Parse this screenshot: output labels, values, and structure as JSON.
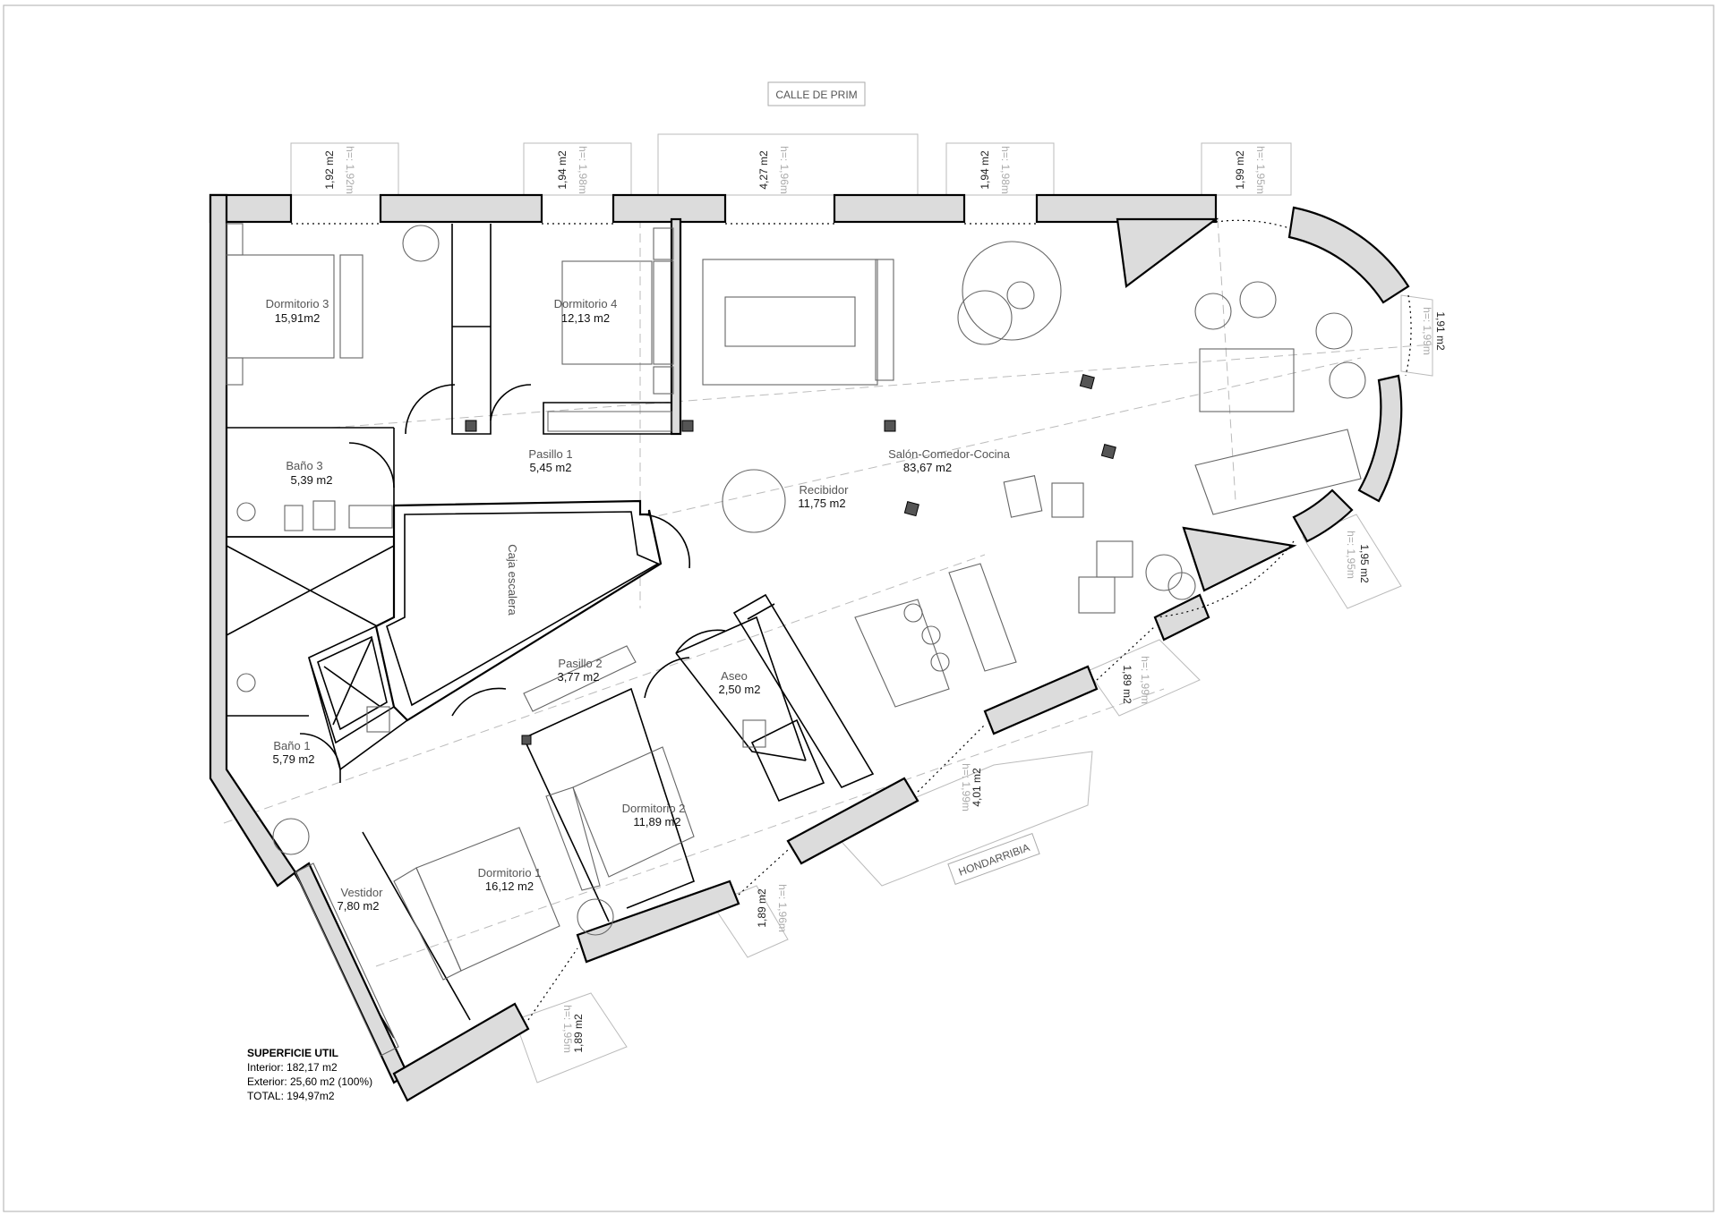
{
  "streets": {
    "north": "CALLE DE PRIM",
    "south": "HONDARRIBIA"
  },
  "rooms": {
    "dormitorio3": {
      "name": "Dormitorio 3",
      "area": "15,91m2"
    },
    "dormitorio4": {
      "name": "Dormitorio 4",
      "area": "12,13 m2"
    },
    "bano3": {
      "name": "Baño 3",
      "area": "5,39 m2"
    },
    "pasillo1": {
      "name": "Pasillo 1",
      "area": "5,45 m2"
    },
    "salon": {
      "name": "Salón-Comedor-Cocina",
      "area": "83,67 m2"
    },
    "recibidor": {
      "name": "Recibidor",
      "area": "11,75 m2"
    },
    "caja": {
      "name": "Caja escalera"
    },
    "pasillo2": {
      "name": "Pasillo 2",
      "area": "3,77 m2"
    },
    "aseo": {
      "name": "Aseo",
      "area": "2,50 m2"
    },
    "bano1": {
      "name": "Baño 1",
      "area": "5,79 m2"
    },
    "dormitorio2": {
      "name": "Dormitorio 2",
      "area": "11,89 m2"
    },
    "dormitorio1": {
      "name": "Dormitorio 1",
      "area": "16,12 m2"
    },
    "vestidor": {
      "name": "Vestidor",
      "area": "7,80 m2"
    }
  },
  "balconies": {
    "b1": {
      "area": "1,92 m2",
      "height": "h=: 1,92m"
    },
    "b2": {
      "area": "1,94 m2",
      "height": "h=: 1,98m"
    },
    "b3": {
      "area": "4,27 m2",
      "height": "h=: 1,96m"
    },
    "b4": {
      "area": "1,94 m2",
      "height": "h=: 1,98m"
    },
    "b5": {
      "area": "1,99 m2",
      "height": "h=: 1,95m"
    },
    "b6": {
      "area": "1,91 m2",
      "height": "h=: 1,99m"
    },
    "b7": {
      "area": "1,95 m2",
      "height": "h=: 1,95m"
    },
    "b8": {
      "area": "1,89 m2",
      "height": "h=: 1,99m"
    },
    "b9": {
      "area": "4,01 m2",
      "height": "h=: 1,99m"
    },
    "b10": {
      "area": "1,89 m2",
      "height": "h=: 1,96m"
    },
    "b11": {
      "area": "1,89 m2",
      "height": "h=: 1,95m"
    }
  },
  "summary": {
    "title": "SUPERFICIE UTIL",
    "interior": "Interior: 182,17 m2",
    "exterior": "Exterior: 25,60 m2 (100%)",
    "total": "TOTAL: 194,97m2"
  },
  "colors": {
    "wall_fill": "#dcdcdc",
    "line": "#000000",
    "muted_text": "#555555",
    "faint": "#bbbbbb"
  }
}
